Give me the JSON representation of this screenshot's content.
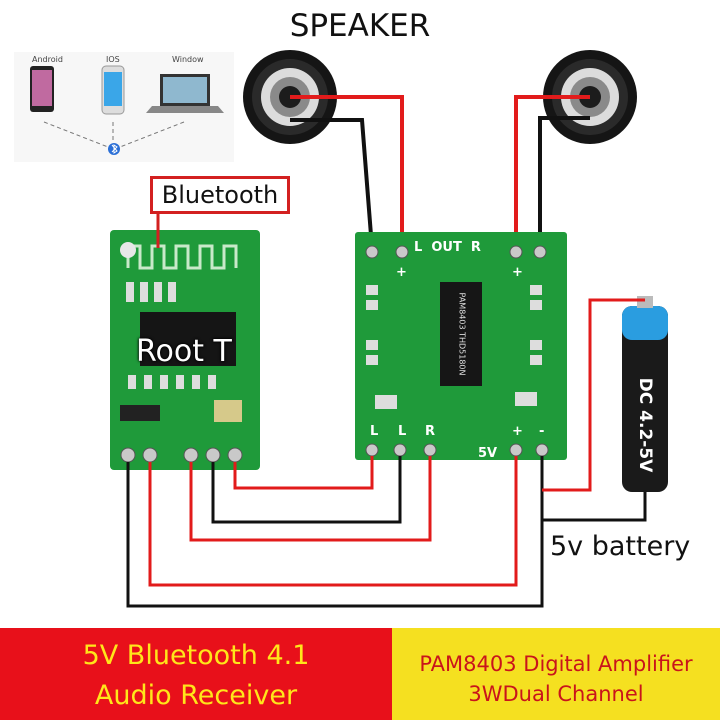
{
  "speaker_label": "SPEAKER",
  "bluetooth_label": "Bluetooth",
  "watermark": "Root T",
  "devices": [
    "Android",
    "IOS",
    "Window"
  ],
  "amp_labels": {
    "out": "L  OUT  R",
    "l1": "L",
    "l2": "L",
    "r": "R",
    "v5": "5V",
    "plus": "+",
    "minus": "-"
  },
  "chip_label": "PAM8403 THD5180N",
  "battery_text": "DC 4.2-5V",
  "battery_label": "5v battery",
  "banner_left": {
    "line1": "5V Bluetooth 4.1",
    "line2": "Audio Receiver"
  },
  "banner_right": {
    "line1": "PAM8403 Digital Amplifier",
    "line2": "3WDual Channel"
  },
  "colors": {
    "banner_left_bg": "#e8101a",
    "banner_left_text": "#ffe61a",
    "banner_right_bg": "#f5e020",
    "banner_right_text": "#c9141b",
    "pcb": "#1f9a3a",
    "wire_red": "#e21b1b",
    "wire_black": "#111111"
  }
}
